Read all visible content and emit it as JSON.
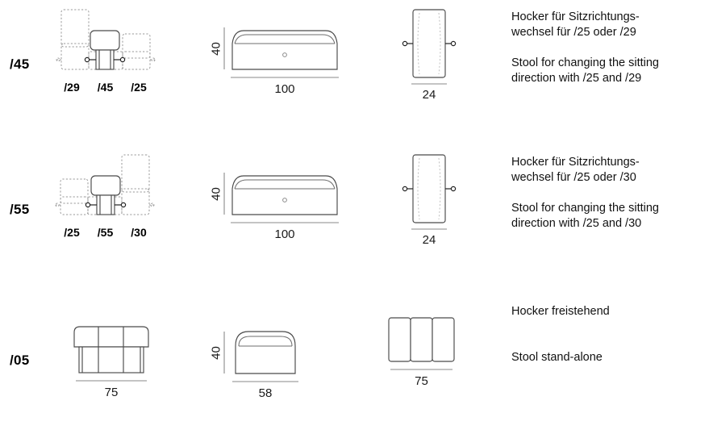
{
  "document": {
    "type": "furniture-technical-drawing",
    "background": "#ffffff",
    "line_color": "#4a4a4a",
    "ghost_color": "#9a9a9a"
  },
  "columns": {
    "plan_view": "plan",
    "front_view": "front",
    "side_view": "side",
    "description": "description"
  },
  "rows": [
    {
      "code": "/45",
      "plan": {
        "labels": [
          "/29",
          "/45",
          "/25"
        ],
        "mirrored": false
      },
      "front": {
        "height_label": "40",
        "width_label": "100"
      },
      "side": {
        "width_label": "24"
      },
      "description": {
        "de": "Hocker für Sitzrichtungs-\nwechsel für /25 oder /29",
        "de_line1": "Hocker für Sitzrichtungs-",
        "de_line2": "wechsel für /25 oder /29",
        "en_line1": "Stool for changing the sitting",
        "en_line2": "direction with /25 and /29"
      }
    },
    {
      "code": "/55",
      "plan": {
        "labels": [
          "/25",
          "/55",
          "/30"
        ],
        "mirrored": true
      },
      "front": {
        "height_label": "40",
        "width_label": "100"
      },
      "side": {
        "width_label": "24"
      },
      "description": {
        "de_line1": "Hocker für Sitzrichtungs-",
        "de_line2": "wechsel für /25 oder /30",
        "en_line1": "Stool for changing the sitting",
        "en_line2": "direction with /25 and /30"
      }
    },
    {
      "code": "/05",
      "plan": {
        "labels": [],
        "width_label": "75",
        "mirrored": false
      },
      "front": {
        "height_label": "40",
        "width_label": "58"
      },
      "side": {
        "width_label": "75"
      },
      "description": {
        "de_line1": "Hocker freistehend",
        "de_line2": "",
        "en_line1": "Stool stand-alone",
        "en_line2": ""
      }
    }
  ]
}
